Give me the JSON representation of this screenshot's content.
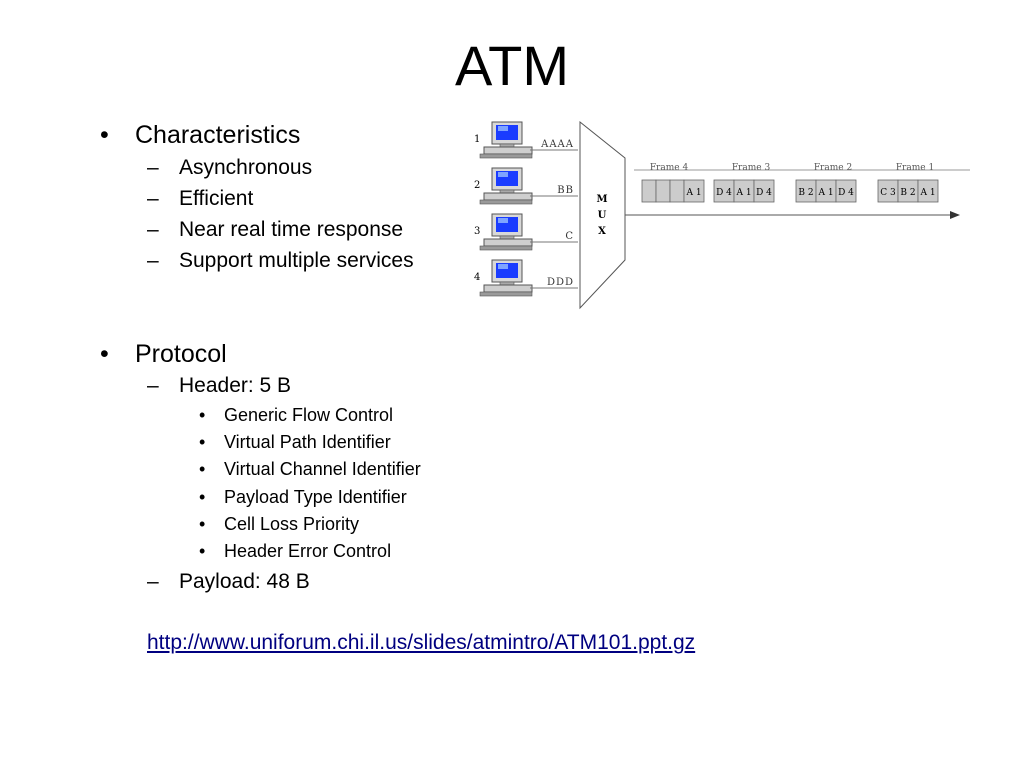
{
  "slide": {
    "title": "ATM",
    "sections": [
      {
        "heading": "Characteristics",
        "items": [
          "Asynchronous",
          "Efficient",
          "Near real time response",
          "Support multiple services"
        ]
      },
      {
        "heading": "Protocol",
        "header_item": "Header: 5 B",
        "header_fields": [
          "Generic Flow Control",
          "Virtual Path Identifier",
          "Virtual Channel Identifier",
          "Payload Type Identifier",
          "Cell Loss Priority",
          "Header Error Control"
        ],
        "payload_item": "Payload: 48 B"
      }
    ],
    "link": "http://www.uniforum.chi.il.us/slides/atmintro/ATM101.ppt.gz"
  },
  "diagram": {
    "inputs": [
      {
        "number": "1",
        "data": "AAAA"
      },
      {
        "number": "2",
        "data": "BB"
      },
      {
        "number": "3",
        "data": "C"
      },
      {
        "number": "4",
        "data": "DDD"
      }
    ],
    "mux_letters": [
      "M",
      "U",
      "X"
    ],
    "frames": [
      {
        "label": "Frame 4",
        "cells": [
          "",
          "",
          "",
          "A 1"
        ]
      },
      {
        "label": "Frame 3",
        "cells": [
          "D 4",
          "A 1",
          "D 4"
        ]
      },
      {
        "label": "Frame 2",
        "cells": [
          "B 2",
          "A 1",
          "D 4"
        ]
      },
      {
        "label": "Frame 1",
        "cells": [
          "C 3",
          "B 2",
          "A 1"
        ]
      }
    ]
  }
}
